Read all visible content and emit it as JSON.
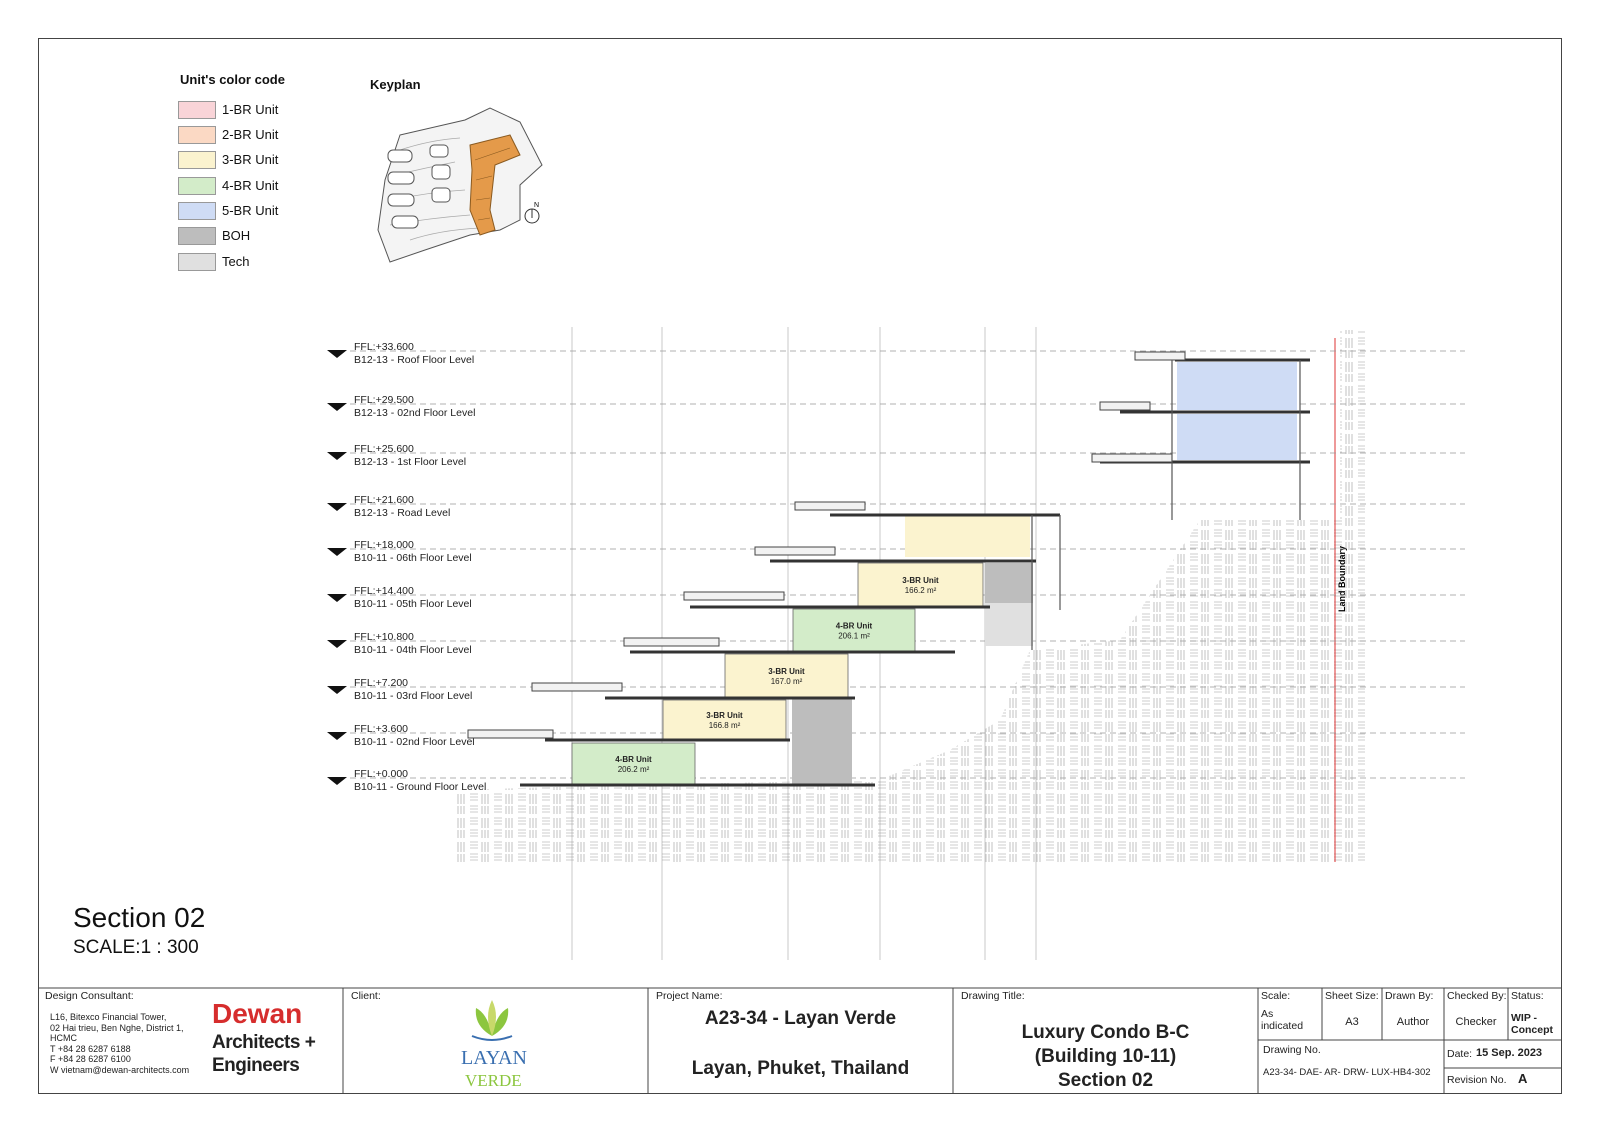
{
  "legend": {
    "title": "Unit's color code",
    "items": [
      {
        "label": "1-BR Unit",
        "color": "#f9d4d8"
      },
      {
        "label": "2-BR Unit",
        "color": "#fbd9c4"
      },
      {
        "label": "3-BR Unit",
        "color": "#fbf3cf"
      },
      {
        "label": "4-BR Unit",
        "color": "#d3ecc9"
      },
      {
        "label": "5-BR Unit",
        "color": "#cfdcf5"
      },
      {
        "label": "BOH",
        "color": "#bdbdbd"
      },
      {
        "label": "Tech",
        "color": "#e0e0e0"
      }
    ]
  },
  "keyplan": {
    "title": "Keyplan",
    "north": "N"
  },
  "levels": [
    {
      "ffl": "FFL:+33.600",
      "name": "B12-13 - Roof Floor Level"
    },
    {
      "ffl": "FFL:+29.500",
      "name": "B12-13 - 02nd Floor Level"
    },
    {
      "ffl": "FFL:+25.600",
      "name": "B12-13 - 1st Floor Level"
    },
    {
      "ffl": "FFL:+21.600",
      "name": "B12-13 - Road Level"
    },
    {
      "ffl": "FFL:+18.000",
      "name": "B10-11 - 06th Floor Level"
    },
    {
      "ffl": "FFL:+14.400",
      "name": "B10-11 - 05th Floor Level"
    },
    {
      "ffl": "FFL:+10.800",
      "name": "B10-11 - 04th Floor Level"
    },
    {
      "ffl": "FFL:+7.200",
      "name": "B10-11 - 03rd Floor Level"
    },
    {
      "ffl": "FFL:+3.600",
      "name": "B10-11 - 02nd Floor Level"
    },
    {
      "ffl": "FFL:+0.000",
      "name": "B10-11 - Ground Floor Level"
    }
  ],
  "units": [
    {
      "type": "4-BR Unit",
      "area": "206.2 m²"
    },
    {
      "type": "3-BR Unit",
      "area": "166.8 m²"
    },
    {
      "type": "3-BR Unit",
      "area": "167.0 m²"
    },
    {
      "type": "4-BR Unit",
      "area": "206.1 m²"
    },
    {
      "type": "3-BR Unit",
      "area": "166.2 m²"
    }
  ],
  "land_boundary": "Land Boundary",
  "section": {
    "title": "Section 02",
    "scale": "SCALE:1 : 300"
  },
  "title_block": {
    "design_consultant_label": "Design Consultant:",
    "address": [
      "L16, Bitexco Financial Tower,",
      "02 Hai trieu, Ben Nghe, District 1,",
      "HCMC"
    ],
    "phone_t": "T  +84 28 6287 6188",
    "phone_f": "F  +84 28 6287 6100",
    "web": "W  vietnam@dewan-architects.com",
    "logo_top": "Dewan",
    "logo_line2": "Architects +",
    "logo_line3": "Engineers",
    "client_label": "Client:",
    "client_logo_1": "LAYAN",
    "client_logo_2": "VERDE",
    "project_label": "Project Name:",
    "project_name": "A23-34 - Layan Verde",
    "project_location": "Layan, Phuket, Thailand",
    "drawing_title_label": "Drawing Title:",
    "drawing_title": [
      "Luxury Condo B-C",
      "(Building 10-11)",
      "Section 02"
    ],
    "scale_label": "Scale:",
    "scale_value": "As indicated",
    "sheet_size_label": "Sheet Size:",
    "sheet_size_value": "A3",
    "drawn_by_label": "Drawn By:",
    "drawn_by_value": "Author",
    "checked_by_label": "Checked By:",
    "checked_by_value": "Checker",
    "status_label": "Status:",
    "status_value": "WIP - Concept",
    "drawing_no_label": "Drawing No.",
    "drawing_no_value": "A23-34- DAE- AR- DRW- LUX-HB4-302",
    "date_label": "Date:",
    "date_value": "15 Sep. 2023",
    "revision_label": "Revision No.",
    "revision_value": "A"
  }
}
